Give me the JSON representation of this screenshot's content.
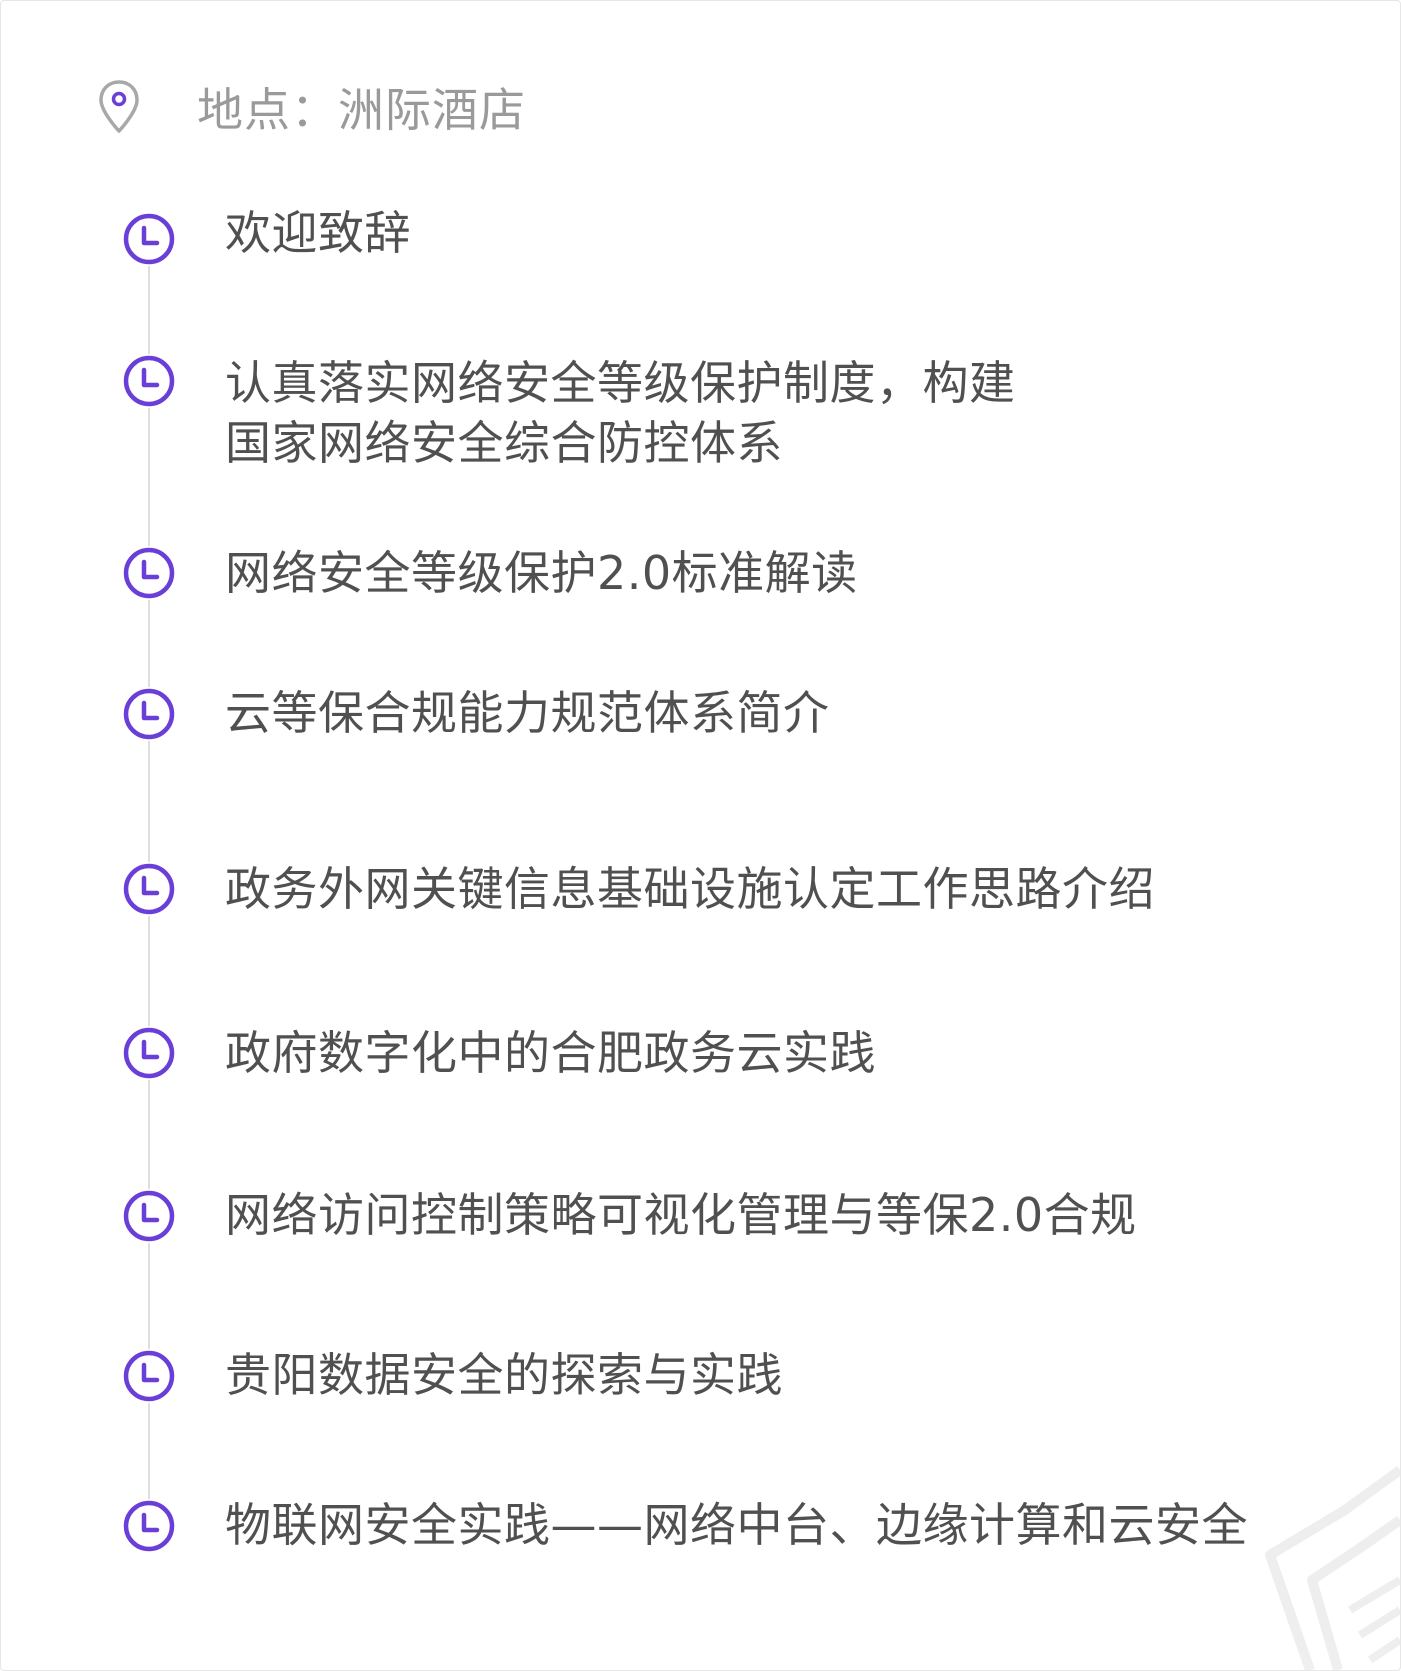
{
  "location": {
    "icon": "map-pin-icon",
    "text": "地点：洲际酒店"
  },
  "accent_color": "#6a3fd8",
  "agenda": [
    {
      "icon": "clock-icon",
      "title": "欢迎致辞"
    },
    {
      "icon": "clock-icon",
      "title": "认真落实网络安全等级保护制度，构建\n国家网络安全综合防控体系"
    },
    {
      "icon": "clock-icon",
      "title": "网络安全等级保护2.0标准解读"
    },
    {
      "icon": "clock-icon",
      "title": "云等保合规能力规范体系简介"
    },
    {
      "icon": "clock-icon",
      "title": "政务外网关键信息基础设施认定工作思路介绍"
    },
    {
      "icon": "clock-icon",
      "title": "政府数字化中的合肥政务云实践"
    },
    {
      "icon": "clock-icon",
      "title": "网络访问控制策略可视化管理与等保2.0合规"
    },
    {
      "icon": "clock-icon",
      "title": "贵阳数据安全的探索与实践"
    },
    {
      "icon": "clock-icon",
      "title": "物联网安全实践——网络中台、边缘计算和云安全"
    }
  ]
}
